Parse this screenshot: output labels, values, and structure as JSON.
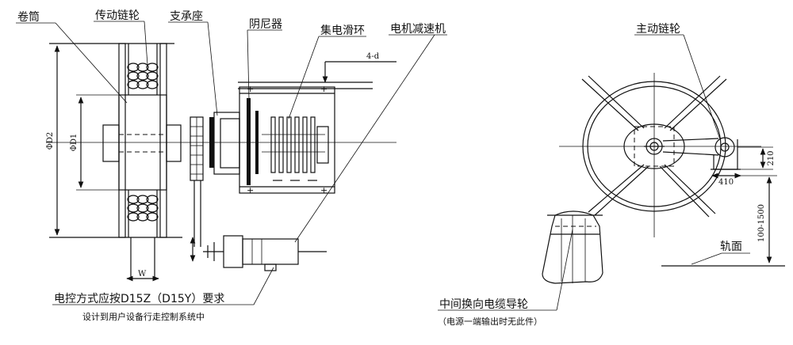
{
  "labels": {
    "drum": "卷筒",
    "drive_sprocket": "传动链轮",
    "support_seat": "支承座",
    "damper": "阴尼器",
    "slip_ring": "集电滑环",
    "motor_reducer": "电机减速机",
    "main_sprocket": "主动链轮",
    "rail_surface": "轨面",
    "middle_guide_wheel": "中间换向电缆导轮",
    "middle_guide_note": "（电源一端输出时无此件）",
    "control_mode": "电控方式应按D15Z（D15Y）要求",
    "control_note": "设计到用户设备行走控制系统中"
  },
  "dimensions": {
    "d2": "ΦD2",
    "d1": "ΦD1",
    "w": "W",
    "holes": "4-d",
    "dim_210": "210",
    "dim_410": "410",
    "dim_100_1500": "100-1500"
  }
}
